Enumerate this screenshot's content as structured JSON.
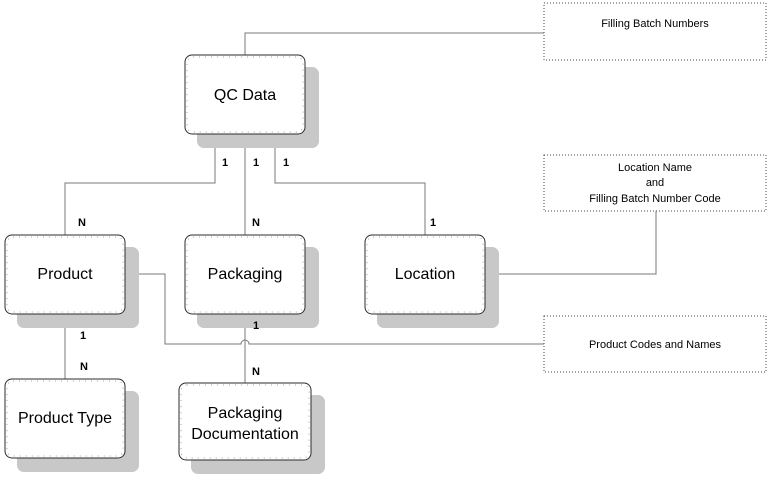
{
  "entities": {
    "qc_data": "QC Data",
    "product": "Product",
    "packaging": "Packaging",
    "location": "Location",
    "product_type": "Product Type",
    "packaging_documentation": [
      "Packaging",
      "Documentation"
    ]
  },
  "notes": {
    "filling_batch": "Filling Batch Numbers",
    "location_info": [
      "Location Name",
      "and",
      "Filling Batch Number Code"
    ],
    "product_codes": "Product Codes and Names"
  },
  "cardinality": {
    "qc_product_one": "1",
    "qc_packaging_one": "1",
    "qc_location_one": "1",
    "product_many": "N",
    "packaging_many": "N",
    "location_one": "1",
    "product_type_one": "1",
    "product_type_many": "N",
    "documentation_one": "1",
    "documentation_many": "N"
  }
}
